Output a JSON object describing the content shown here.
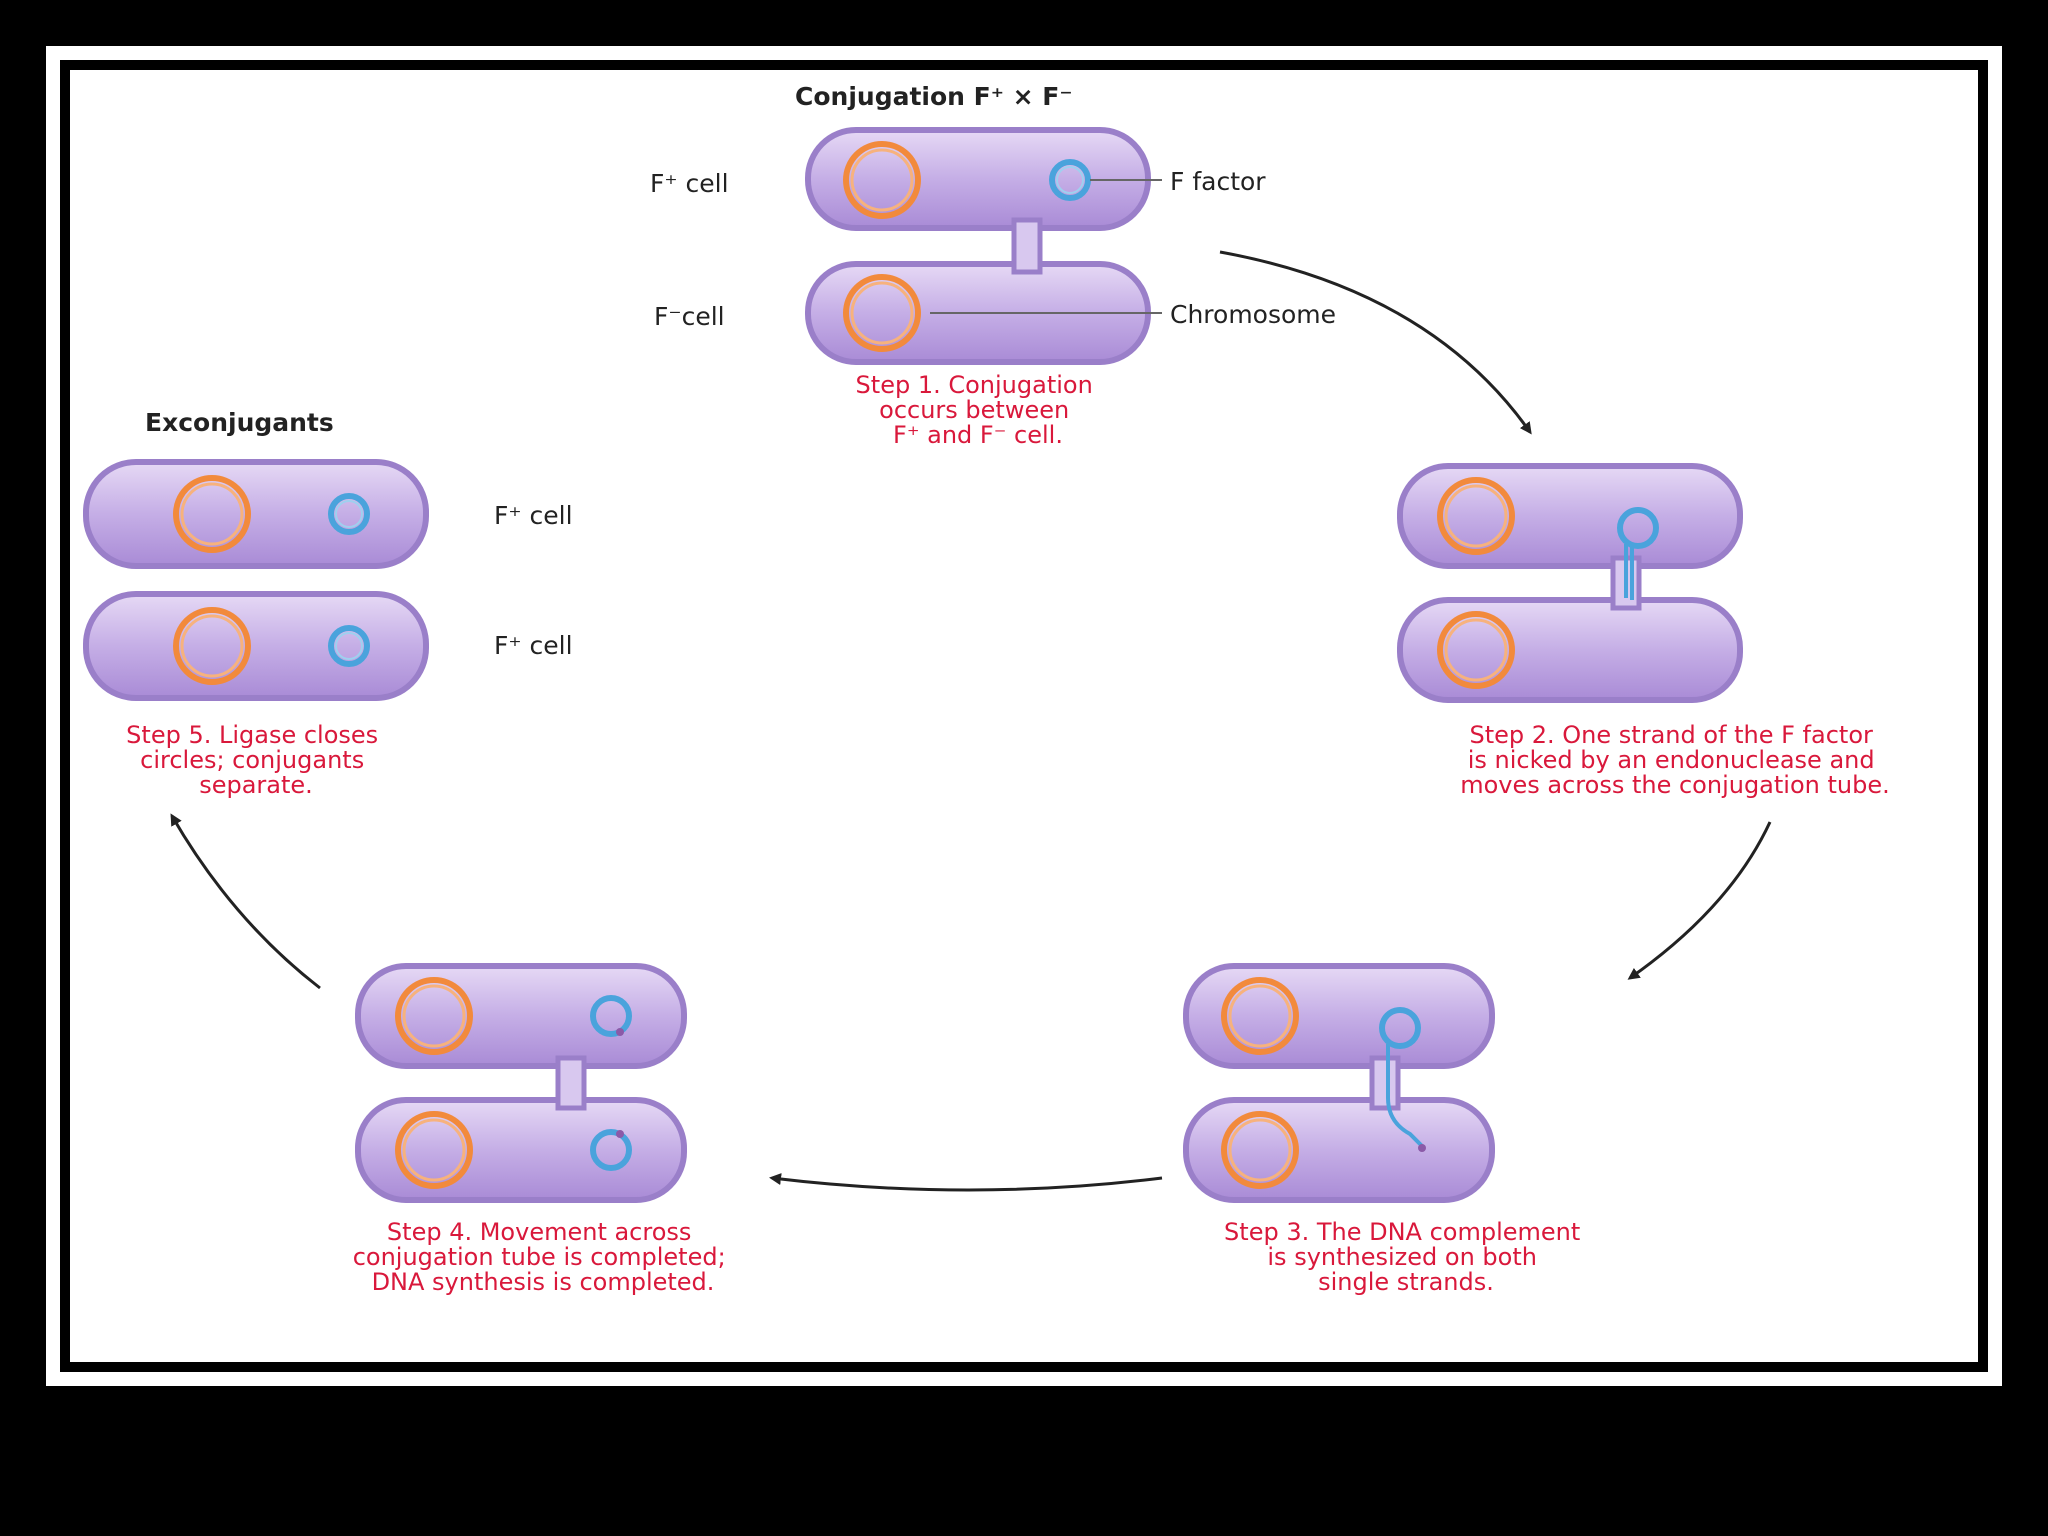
{
  "title": "Conjugation F⁺ × F⁻",
  "labels": {
    "f_plus_cell": "F⁺ cell",
    "f_minus_cell": "F⁻cell",
    "f_factor": "F factor",
    "chromosome": "Chromosome",
    "exconjugants": "Exconjugants",
    "exconj_cell_1": "F⁺ cell",
    "exconj_cell_2": "F⁺ cell"
  },
  "steps": {
    "step1": [
      "Step 1. Conjugation",
      "occurs between",
      "F⁺ and F⁻ cell."
    ],
    "step2": [
      "Step 2. One strand of the F factor",
      "is nicked by an endonuclease and",
      "moves across the conjugation tube."
    ],
    "step3": [
      "Step 3. The DNA complement",
      "is synthesized on both",
      "single strands."
    ],
    "step4": [
      "Step 4. Movement across",
      "conjugation tube is completed;",
      "DNA synthesis is completed."
    ],
    "step5": [
      "Step 5. Ligase closes",
      "circles; conjugants",
      "separate."
    ]
  },
  "colors": {
    "cell_fill": "#c9b3e6",
    "cell_outline": "#9a7fc9",
    "chromosome": "#f28a3c",
    "plasmid": "#4aa3dc",
    "step_text": "#d9183b"
  }
}
